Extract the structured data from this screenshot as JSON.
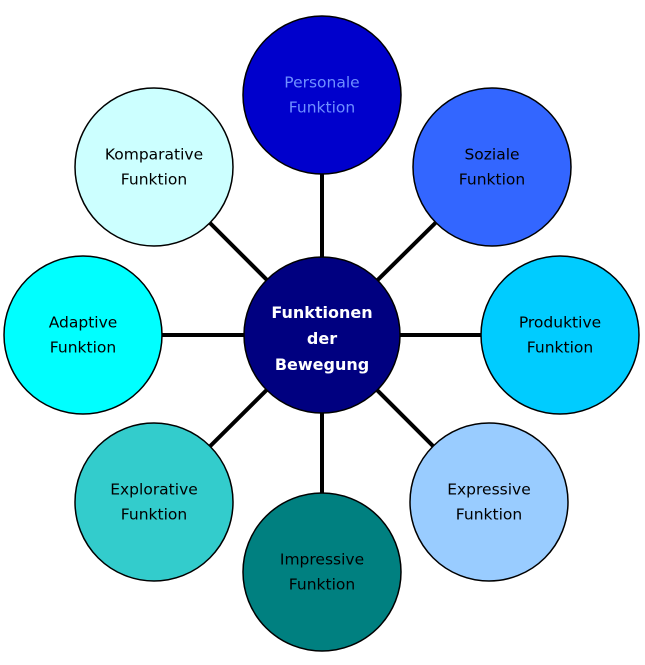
{
  "center": {
    "lines": [
      "Funktionen",
      "der",
      "Bewegung"
    ],
    "fill": "#000080",
    "text_color": "#ffffff"
  },
  "nodes": [
    {
      "id": "personale",
      "lines": [
        "Personale",
        "Funktion"
      ],
      "fill": "#0000cc",
      "text_color": "#6f8fff"
    },
    {
      "id": "soziale",
      "lines": [
        "Soziale",
        "Funktion"
      ],
      "fill": "#3366ff",
      "text_color": "#000000"
    },
    {
      "id": "produktive",
      "lines": [
        "Produktive",
        "Funktion"
      ],
      "fill": "#00ccff",
      "text_color": "#000000"
    },
    {
      "id": "expressive",
      "lines": [
        "Expressive",
        "Funktion"
      ],
      "fill": "#99ccff",
      "text_color": "#000000"
    },
    {
      "id": "impressive",
      "lines": [
        "Impressive",
        "Funktion"
      ],
      "fill": "#008080",
      "text_color": "#000000"
    },
    {
      "id": "explorative",
      "lines": [
        "Explorative",
        "Funktion"
      ],
      "fill": "#33cccc",
      "text_color": "#000000"
    },
    {
      "id": "adaptive",
      "lines": [
        "Adaptive",
        "Funktion"
      ],
      "fill": "#00ffff",
      "text_color": "#000000"
    },
    {
      "id": "komparative",
      "lines": [
        "Komparative",
        "Funktion"
      ],
      "fill": "#ccffff",
      "text_color": "#000000"
    }
  ]
}
